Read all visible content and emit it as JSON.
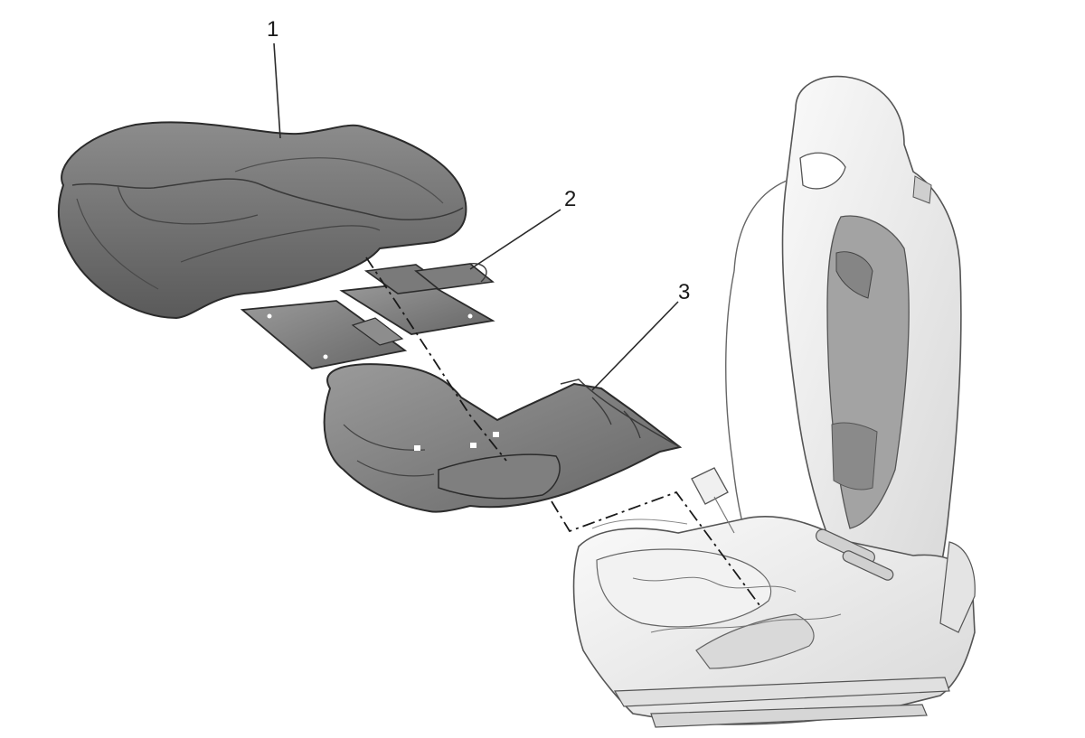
{
  "callouts": [
    {
      "number": "1"
    },
    {
      "number": "2"
    },
    {
      "number": "3"
    }
  ],
  "colors": {
    "part_dark": "#6e6e6e",
    "part_mid": "#8a8a8a",
    "part_light": "#a8a8a8",
    "outline": "#2b2b2b",
    "seat_frame": "#e8e8e8"
  }
}
